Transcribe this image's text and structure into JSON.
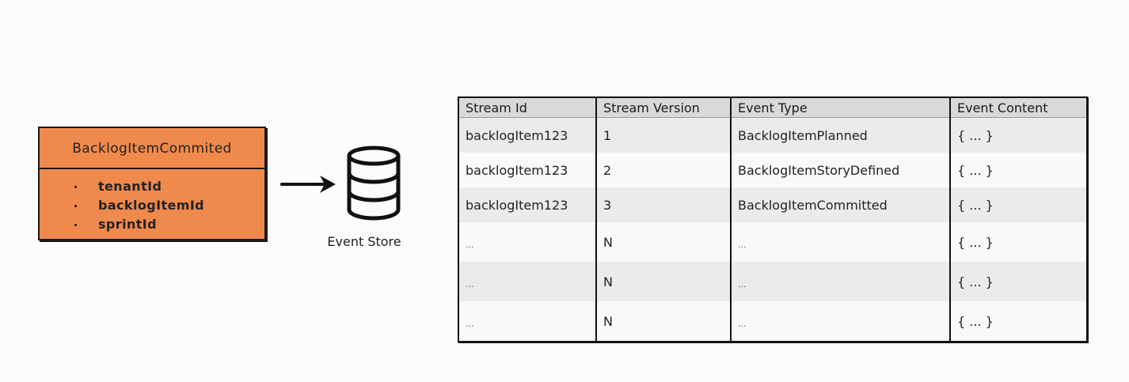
{
  "event": {
    "name": "BacklogItemCommited",
    "fields": [
      "tenantId",
      "backlogItemId",
      "sprintId"
    ]
  },
  "store": {
    "label": "Event Store",
    "icon": "database-icon"
  },
  "table": {
    "headers": [
      "Stream Id",
      "Stream Version",
      "Event Type",
      "Event Content"
    ],
    "rows": [
      [
        "backlogItem123",
        "1",
        "BacklogItemPlanned",
        "{ ... }"
      ],
      [
        "backlogItem123",
        "2",
        "BacklogItemStoryDefined",
        "{ ... }"
      ],
      [
        "backlogItem123",
        "3",
        "BacklogItemCommitted",
        "{ ... }"
      ],
      [
        "...",
        "N",
        "...",
        "{ ... }"
      ],
      [
        "...",
        "N",
        "...",
        "{ ... }"
      ],
      [
        "...",
        "N",
        "...",
        "{ ... }"
      ]
    ]
  },
  "colors": {
    "event_fill": "#f0894c",
    "outline": "#1a1a1a",
    "header_fill": "#d9d9d9"
  }
}
